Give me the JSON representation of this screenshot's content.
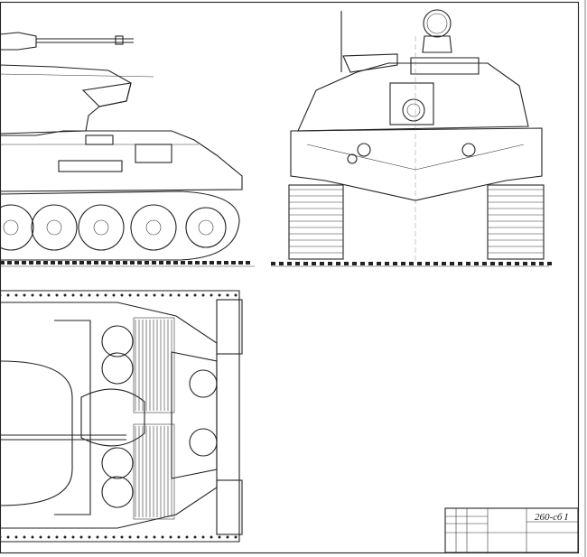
{
  "drawing": {
    "views": [
      "side-view",
      "front-view",
      "top-view"
    ],
    "title_block": {
      "drawing_number": "260-сб I"
    },
    "colors": {
      "line": "#222222",
      "paper": "#ffffff"
    }
  }
}
